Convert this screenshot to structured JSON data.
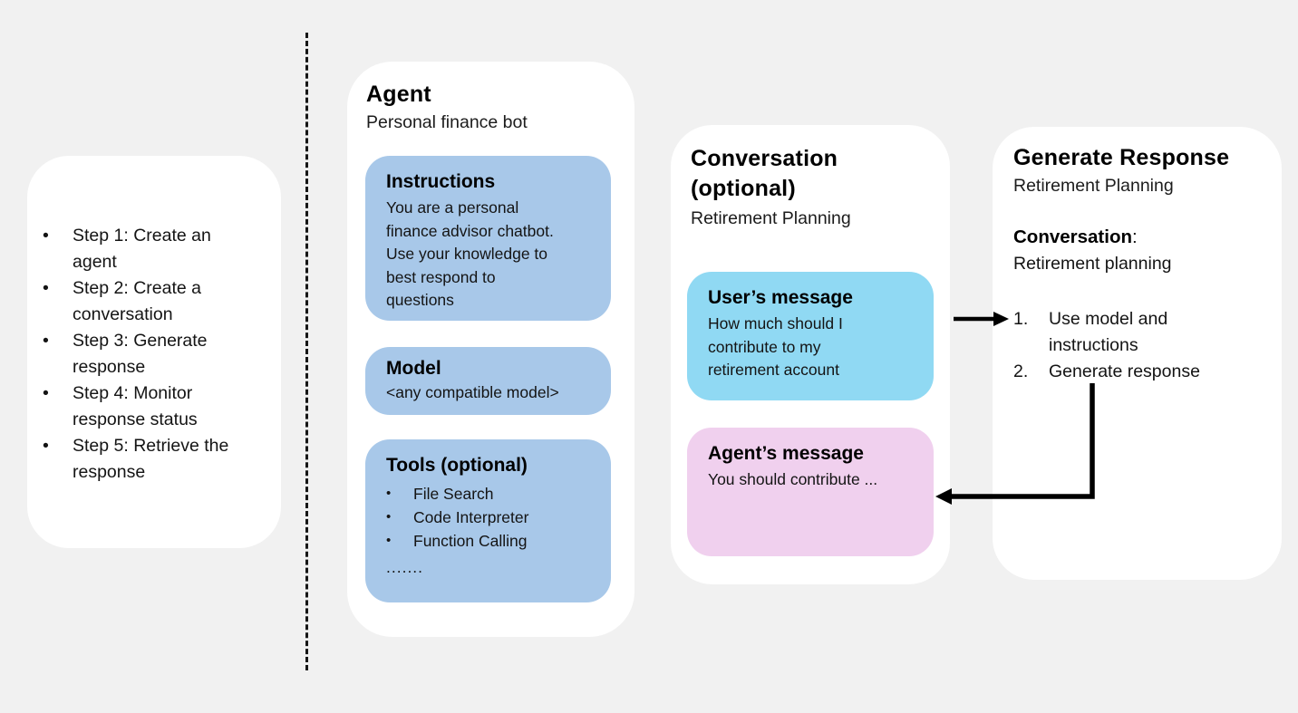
{
  "colors": {
    "background": "#F1F1F1",
    "panel": "#FFFFFF",
    "agent_box_blue": "#A8C8E9",
    "user_message_cyan": "#90D9F3",
    "agent_message_pink": "#F0D0EE",
    "line_black": "#161616"
  },
  "bullet": "•",
  "left_panel": {
    "steps": [
      "Step 1: Create an agent",
      "Step 2: Create a conversation",
      "Step 3: Generate response",
      "Step 4: Monitor response status",
      "Step 5: Retrieve the response"
    ]
  },
  "agent_panel": {
    "title": "Agent",
    "subtitle": "Personal finance bot",
    "instructions": {
      "title": "Instructions",
      "body": "You are a personal finance advisor chatbot. Use your knowledge to best respond to questions"
    },
    "model": {
      "title": "Model",
      "body": "<any compatible model>"
    },
    "tools": {
      "title": "Tools (optional)",
      "items": [
        "File Search",
        "Code Interpreter",
        "Function Calling"
      ],
      "ellipsis": "......."
    }
  },
  "conversation_panel": {
    "title_line1": "Conversation",
    "title_line2": "(optional)",
    "subtitle": "Retirement Planning",
    "user_message": {
      "title": "User’s message",
      "body": "How much should I contribute to my retirement account"
    },
    "agent_message": {
      "title": "Agent’s message",
      "body": "You should contribute ..."
    }
  },
  "generate_panel": {
    "title": "Generate Response",
    "subtitle": "Retirement Planning",
    "conversation_label": "Conversation",
    "conversation_colon": ":",
    "conversation_value": "Retirement planning",
    "step_numbers": [
      "1.",
      "2."
    ],
    "steps": [
      "Use model and instructions",
      "Generate response"
    ]
  }
}
